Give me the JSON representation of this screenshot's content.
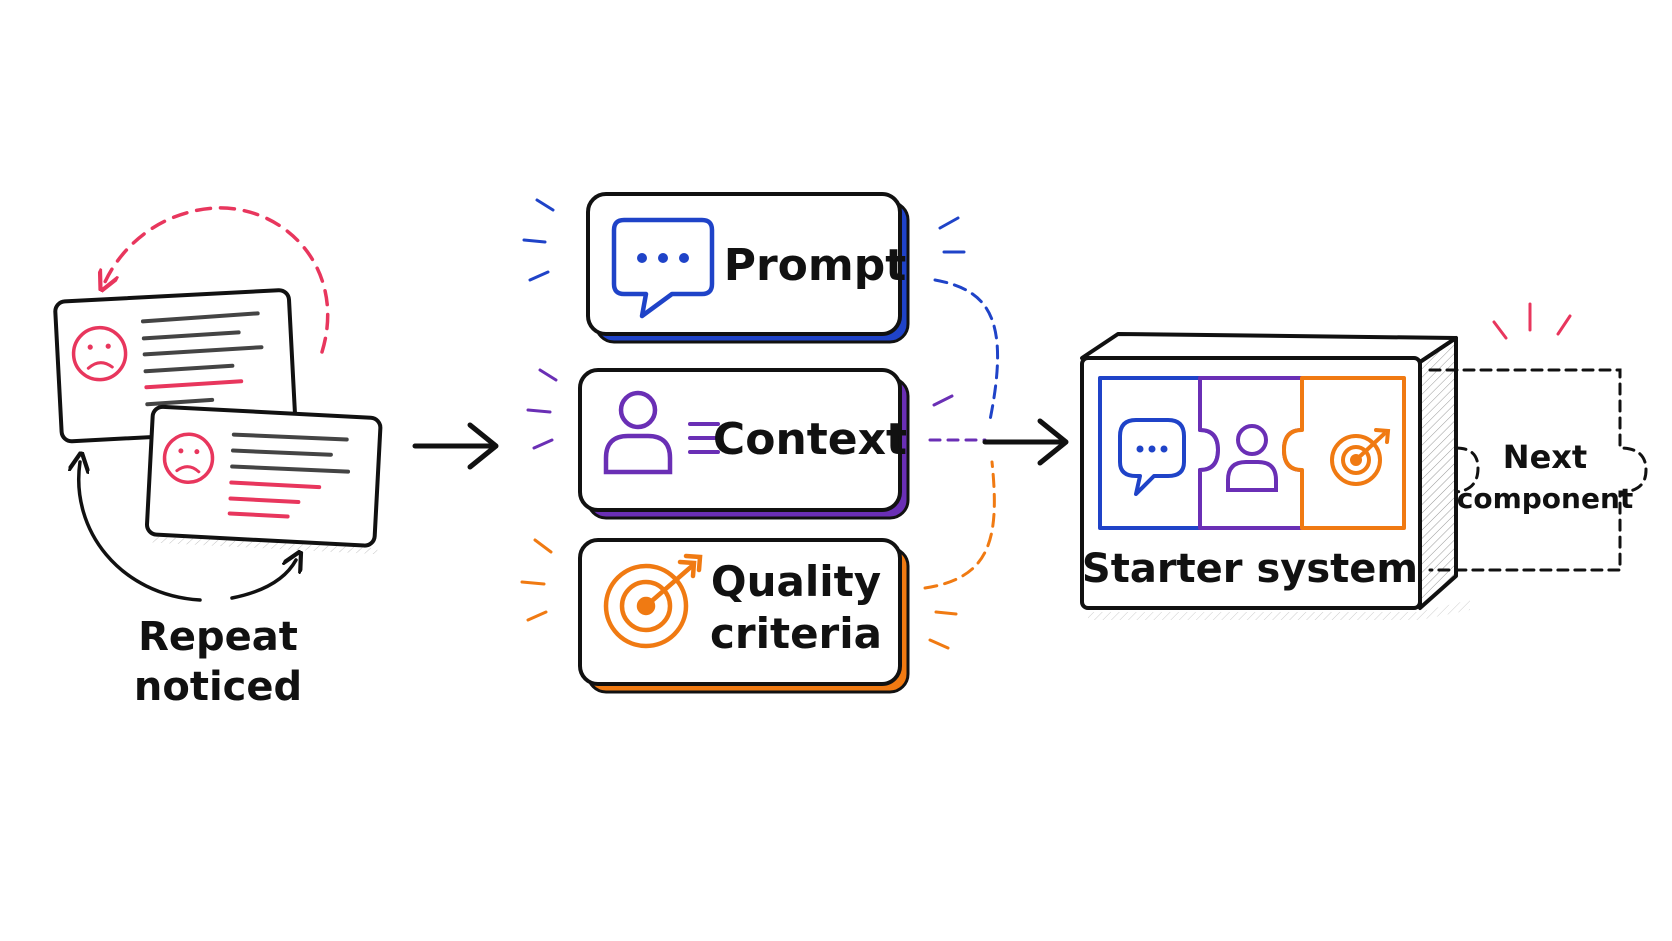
{
  "colors": {
    "ink": "#111111",
    "red": "#e8365d",
    "blue": "#1f43c8",
    "purple": "#6a2fb5",
    "orange": "#f07a12",
    "paper": "#ffffff"
  },
  "stage1": {
    "label_line1": "Repeat",
    "label_line2": "noticed",
    "icons": [
      "sad-face-icon",
      "sad-face-icon"
    ]
  },
  "stage2": {
    "cards": [
      {
        "label": "Prompt",
        "icon": "chat-bubble-icon",
        "color": "blue"
      },
      {
        "label": "Context",
        "icon": "person-icon",
        "color": "purple"
      },
      {
        "label_line1": "Quality",
        "label_line2": "criteria",
        "icon": "target-icon",
        "color": "orange"
      }
    ]
  },
  "stage3": {
    "box_label": "Starter system",
    "next_line1": "Next",
    "next_line2": "component",
    "pieces": [
      "chat-bubble-icon",
      "person-icon",
      "target-icon"
    ]
  }
}
